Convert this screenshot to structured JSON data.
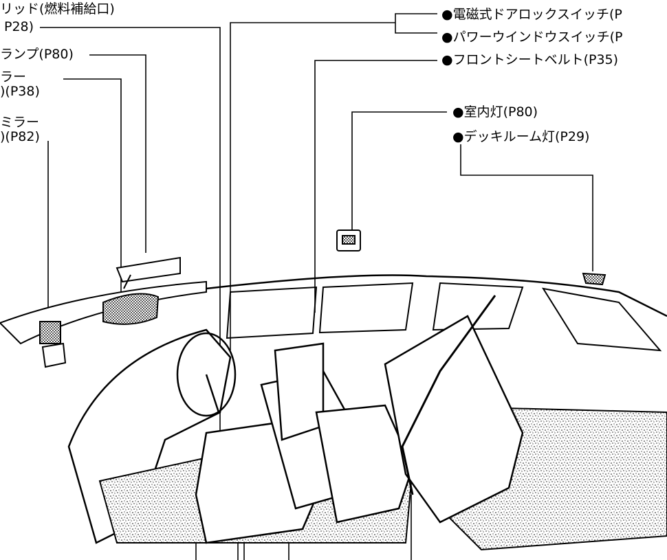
{
  "callouts": {
    "fuel_lid": {
      "line1": "リッド(燃料補給口)",
      "line2": "P28)"
    },
    "map_lamp": "ランプ(P80)",
    "mirror": {
      "line1": "ラー",
      "line2": ")(P38)"
    },
    "vanity_mirror": {
      "line1": "ミラー",
      "line2": ")(P82)"
    },
    "door_lock_switch": "●電磁式ドアロックスイッチ(P",
    "power_window_switch": "●パワーウインドウスイッチ(P",
    "front_seatbelt": "●フロントシートベルト(P35)",
    "room_lamp": "●室内灯(P80)",
    "deck_room_lamp": "●デッキルーム灯(P29)"
  }
}
